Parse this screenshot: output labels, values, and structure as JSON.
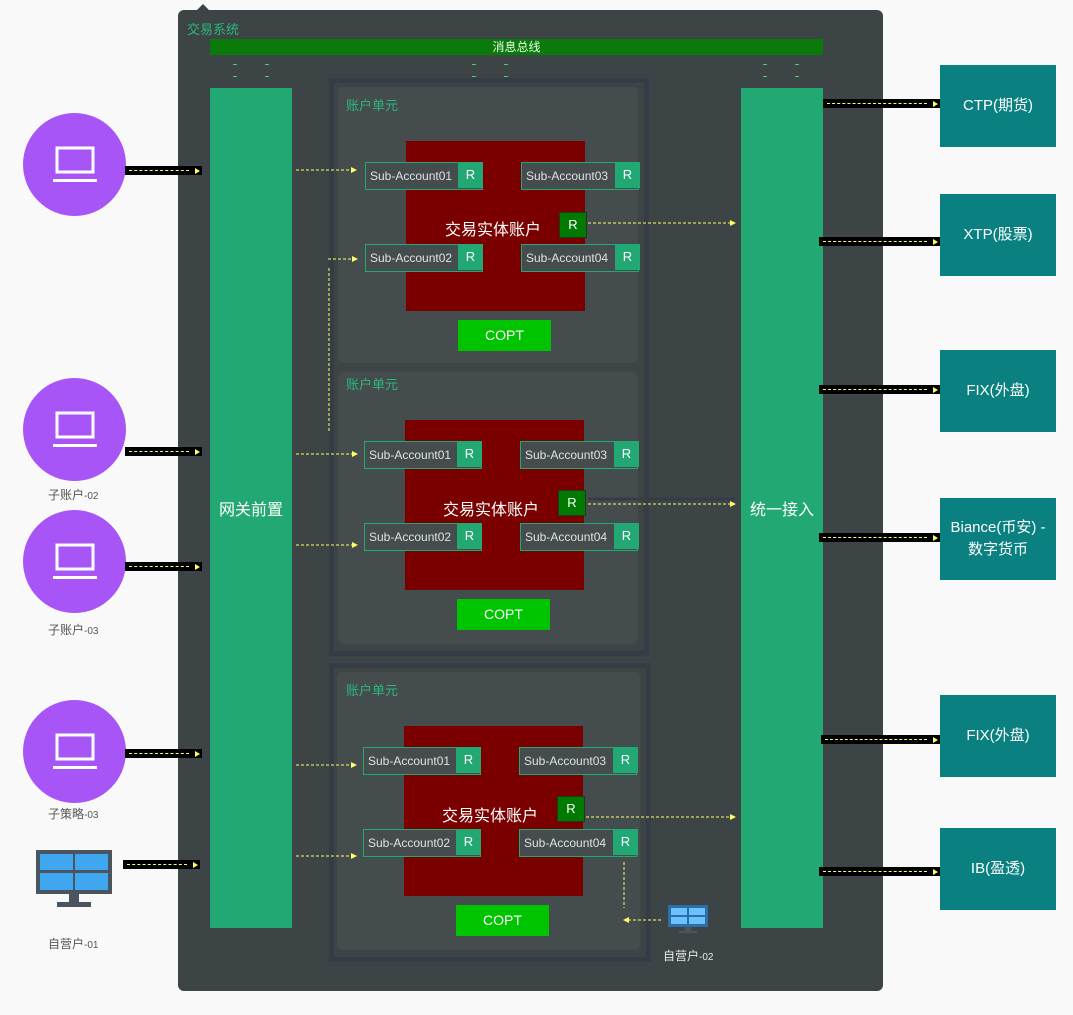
{
  "system": {
    "title": "交易系统",
    "bus_label": "消息总线"
  },
  "gateway": {
    "label": "网关前置"
  },
  "access": {
    "label": "统一接入"
  },
  "units": [
    {
      "title": "账户单元",
      "entity_label": "交易实体账户",
      "entity_badge": "R",
      "subs": [
        {
          "label": "Sub-Account01",
          "badge": "R"
        },
        {
          "label": "Sub-Account03",
          "badge": "R"
        },
        {
          "label": "Sub-Account02",
          "badge": "R"
        },
        {
          "label": "Sub-Account04",
          "badge": "R"
        }
      ],
      "copt": "COPT"
    },
    {
      "title": "账户单元",
      "entity_label": "交易实体账户",
      "entity_badge": "R",
      "subs": [
        {
          "label": "Sub-Account01",
          "badge": "R"
        },
        {
          "label": "Sub-Account03",
          "badge": "R"
        },
        {
          "label": "Sub-Account02",
          "badge": "R"
        },
        {
          "label": "Sub-Account04",
          "badge": "R"
        }
      ],
      "copt": "COPT"
    },
    {
      "title": "账户单元",
      "entity_label": "交易实体账户",
      "entity_badge": "R",
      "subs": [
        {
          "label": "Sub-Account01",
          "badge": "R"
        },
        {
          "label": "Sub-Account03",
          "badge": "R"
        },
        {
          "label": "Sub-Account02",
          "badge": "R"
        },
        {
          "label": "Sub-Account04",
          "badge": "R"
        }
      ],
      "copt": "COPT"
    }
  ],
  "clients": [
    {
      "label_main": "",
      "label_suffix": "",
      "icon": "laptop-icon"
    },
    {
      "label_main": "子账户",
      "label_suffix": "-02",
      "icon": "laptop-icon"
    },
    {
      "label_main": "子账户",
      "label_suffix": "-03",
      "icon": "laptop-icon"
    },
    {
      "label_main": "子策略",
      "label_suffix": "-03",
      "icon": "laptop-icon"
    },
    {
      "label_main": "自营户",
      "label_suffix": "-01",
      "icon": "monitor-icon"
    }
  ],
  "self_operated_02": {
    "label_main": "自营户",
    "label_suffix": "-02",
    "icon": "monitor-icon"
  },
  "externals": [
    {
      "line1": "CTP(期货)",
      "line2": ""
    },
    {
      "line1": "XTP(股票)",
      "line2": ""
    },
    {
      "line1": "FIX(外盘)",
      "line2": ""
    },
    {
      "line1": "Biance(币安) -",
      "line2": "数字货币"
    },
    {
      "line1": "FIX(外盘)",
      "line2": ""
    },
    {
      "line1": "IB(盈透)",
      "line2": ""
    }
  ],
  "colors": {
    "system_bg": "#3c4446",
    "column_green": "#22a873",
    "bus_green": "#0a7a0a",
    "entity_red": "#7a0000",
    "copt_green": "#00c400",
    "client_purple": "#a855f7",
    "external_teal": "#0a8080",
    "arrow_yellow": "#ffff66"
  }
}
